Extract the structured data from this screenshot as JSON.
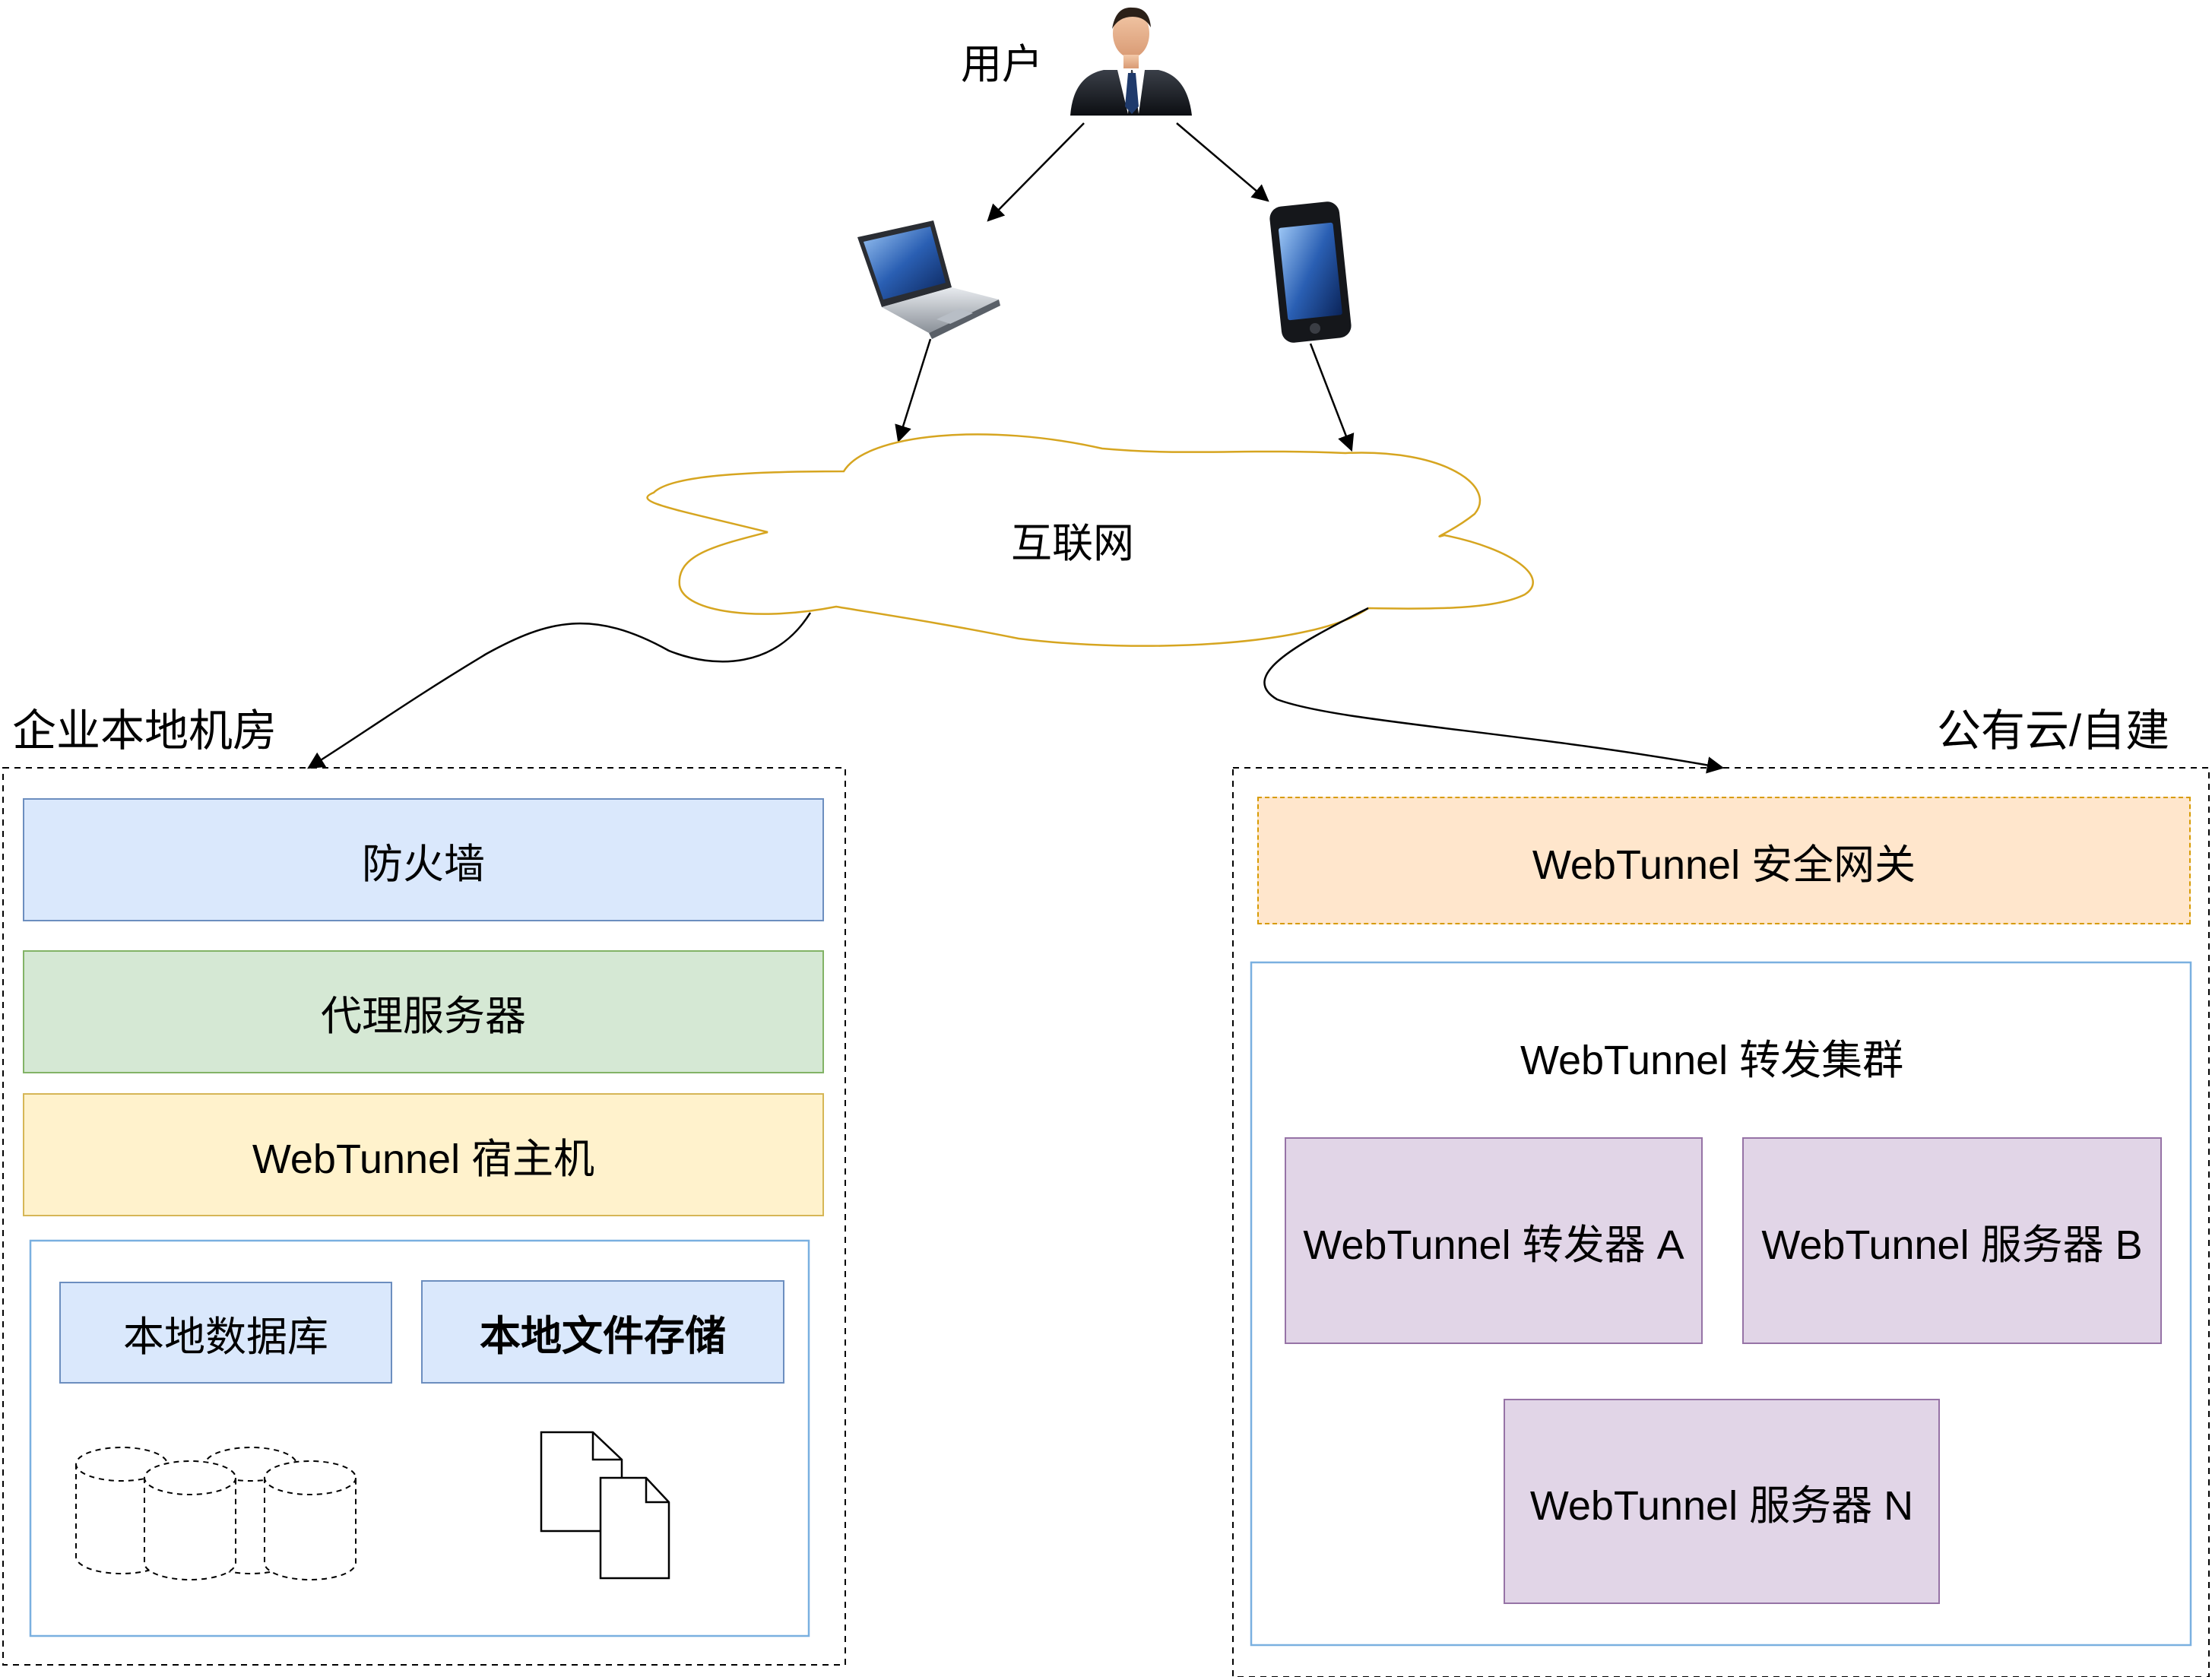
{
  "user": {
    "label": "用户",
    "icon": "businessman-icon"
  },
  "devices": {
    "laptop_icon": "laptop-icon",
    "phone_icon": "smartphone-icon"
  },
  "internet": {
    "label": "互联网"
  },
  "onprem": {
    "title": "企业本地机房",
    "firewall": "防火墙",
    "proxy": "代理服务器",
    "host": "WebTunnel 宿主机",
    "local_db": "本地数据库",
    "local_files": "本地文件存储"
  },
  "cloud": {
    "title": "公有云/自建",
    "gateway": "WebTunnel 安全网关",
    "cluster_title": "WebTunnel 转发集群",
    "forwarder_a": "WebTunnel 转发器 A",
    "server_b": "WebTunnel 服务器 B",
    "server_n": "WebTunnel 服务器 N"
  },
  "colors": {
    "blue_fill": "#dae8fc",
    "blue_stroke": "#6c8ebf",
    "green_fill": "#d5e8d4",
    "green_stroke": "#82b366",
    "yellow_fill": "#fff2cc",
    "yellow_stroke": "#d6b656",
    "orange_fill": "#ffe6cc",
    "orange_stroke": "#d79b00",
    "purple_fill": "#e1d5e7",
    "purple_stroke": "#9673a6",
    "cluster_stroke": "#7ab0e0",
    "cloud_stroke": "#d6a520"
  }
}
